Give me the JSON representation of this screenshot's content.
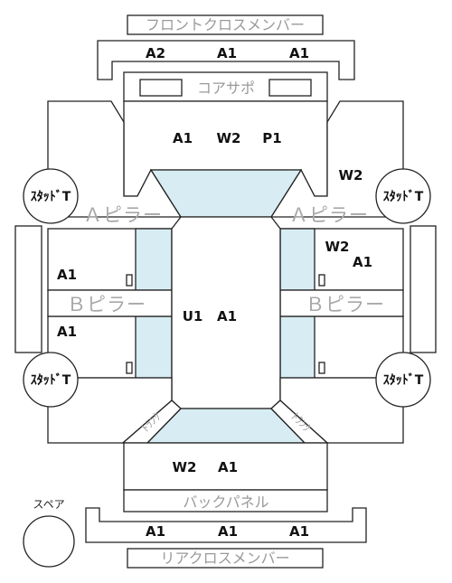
{
  "parts": {
    "front_cross_member": "フロントクロスメンバー",
    "core_support": "コアサポ",
    "back_panel": "バックパネル",
    "rear_cross_member": "リアクロスメンバー",
    "a_pillar_left": "Ａピラー",
    "a_pillar_right": "Ａピラー",
    "b_pillar_left": "Ｂピラー",
    "b_pillar_right": "Ｂピラー",
    "trunk_left": "ﾄﾗﾝｸ",
    "trunk_right": "ﾄﾗﾝｸ",
    "spare": "スペア"
  },
  "struts": {
    "front_left": "ｽﾀｯﾄﾞT",
    "front_right": "ｽﾀｯﾄﾞT",
    "rear_left": "ｽﾀｯﾄﾞT",
    "rear_right": "ｽﾀｯﾄﾞT"
  },
  "codes": {
    "front_member": [
      "A2",
      "A1",
      "A1"
    ],
    "hood": [
      "A1",
      "W2",
      "P1"
    ],
    "front_right_fender": "W2",
    "front_right_door": [
      "W2",
      "A1"
    ],
    "front_left_door": "A1",
    "rear_left_door": "A1",
    "roof": [
      "U1",
      "A1"
    ],
    "trunk_lid": [
      "W2",
      "A1"
    ],
    "rear_member": [
      "A1",
      "A1",
      "A1"
    ]
  }
}
